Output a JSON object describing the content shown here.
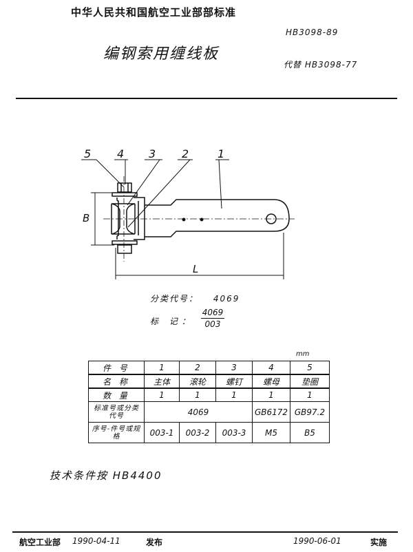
{
  "header": {
    "org_title": "中华人民共和国航空工业部部标准",
    "standard_no": "HB3098-89",
    "doc_title": "编钢索用缠线板",
    "replaces": "代替 HB3098-77"
  },
  "drawing": {
    "callouts": [
      "5",
      "4",
      "3",
      "2",
      "1"
    ],
    "dim_b": "B",
    "dim_l": "L"
  },
  "classification": {
    "label": "分类代号：",
    "code": "4069"
  },
  "marking": {
    "label": "标  记：",
    "numerator": "4069",
    "denominator": "003"
  },
  "table": {
    "units": "mm",
    "rows": [
      {
        "head": "件  号",
        "cells": [
          "1",
          "2",
          "3",
          "4",
          "5"
        ]
      },
      {
        "head": "名  称",
        "cells": [
          "主体",
          "滚轮",
          "螺钉",
          "螺母",
          "垫圈"
        ]
      },
      {
        "head": "数  量",
        "cells": [
          "1",
          "1",
          "1",
          "1",
          "1"
        ]
      },
      {
        "head": "标准号或分类代号",
        "merged": "4069",
        "cells4": "GB6172",
        "cells5": "GB97.2"
      },
      {
        "head": "序号-件号或规格",
        "cells": [
          "003-1",
          "003-2",
          "003-3",
          "M5",
          "B5"
        ]
      }
    ]
  },
  "tech_conditions": "技术条件按 HB4400",
  "footer": {
    "issuer": "航空工业部",
    "issue_date": "1990-04-11",
    "issue_label": "发布",
    "effective_date": "1990-06-01",
    "effective_label": "实施"
  }
}
